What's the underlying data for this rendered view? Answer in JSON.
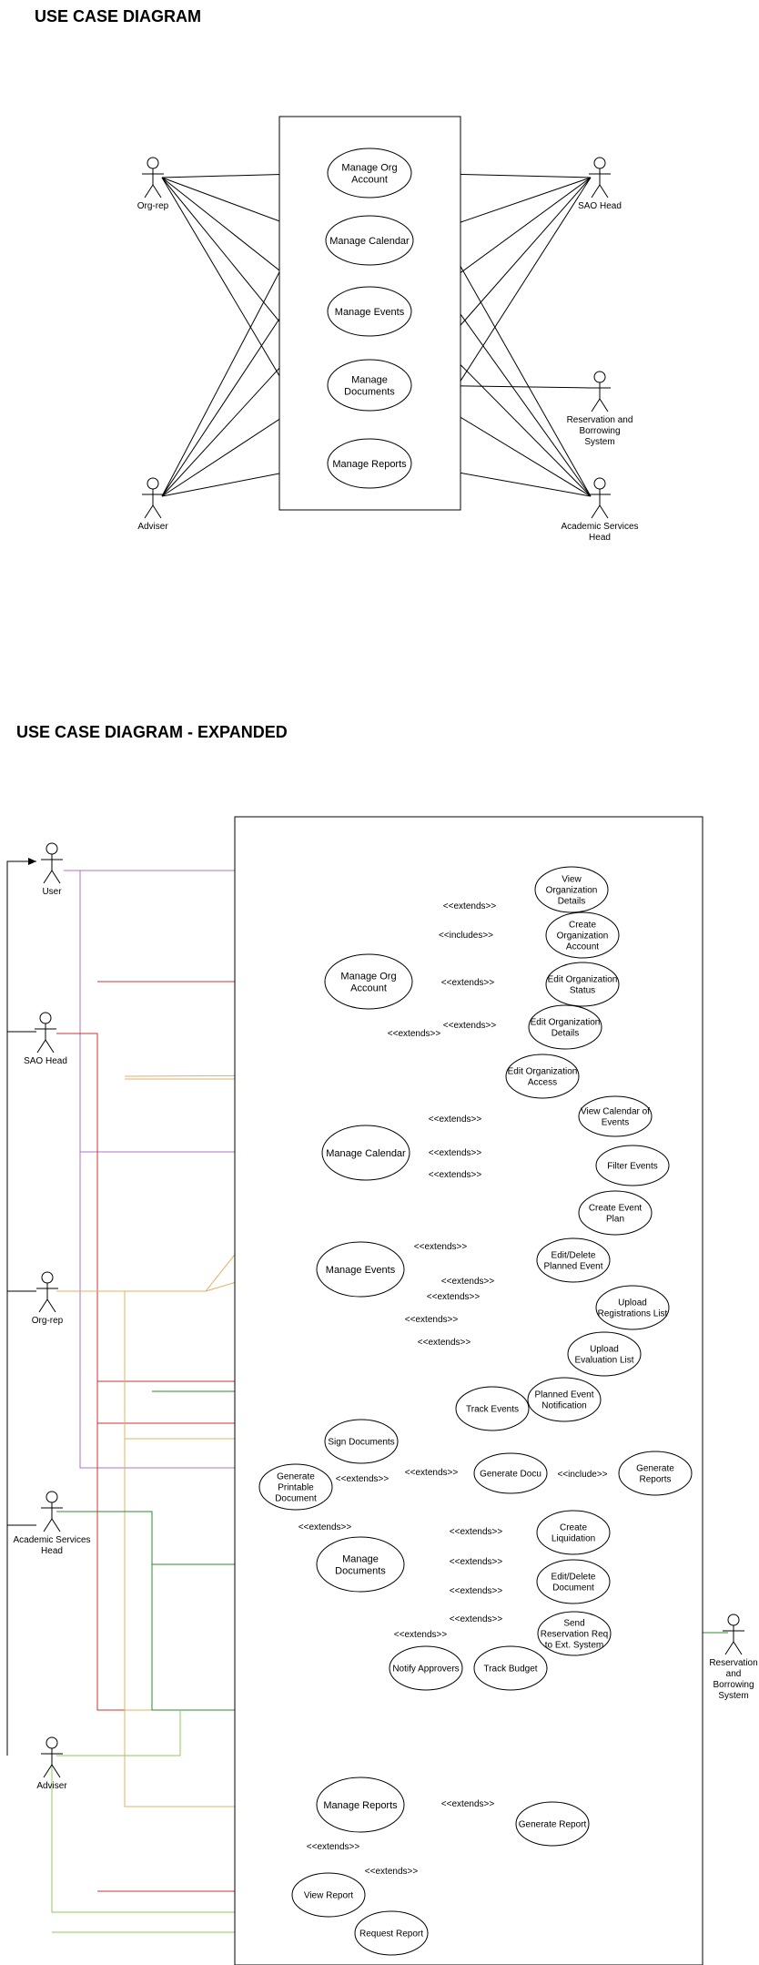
{
  "diagram1": {
    "title": "USE CASE DIAGRAM",
    "actors": {
      "org_rep": "Org-rep",
      "adviser": "Adviser",
      "sao_head": "SAO Head",
      "reservation": [
        "Reservation and",
        "Borrowing",
        "System"
      ],
      "academic": [
        "Academic Services",
        "Head"
      ]
    },
    "use_cases": {
      "org": [
        "Manage Org",
        "Account"
      ],
      "calendar": [
        "Manage Calendar"
      ],
      "events": [
        "Manage Events"
      ],
      "documents": [
        "Manage",
        "Documents"
      ],
      "reports": [
        "Manage Reports"
      ]
    }
  },
  "diagram2": {
    "title": "USE CASE DIAGRAM - EXPANDED",
    "actors": {
      "user": "User",
      "sao_head": "SAO Head",
      "org_rep": "Org-rep",
      "academic": [
        "Academic Services",
        "Head"
      ],
      "adviser": "Adviser",
      "reservation": [
        "Reservation",
        "and",
        "Borrowing",
        "System"
      ]
    },
    "use_cases": {
      "view_org": [
        "View",
        "Organization",
        "Details"
      ],
      "create_org": [
        "Create",
        "Organization",
        "Account"
      ],
      "edit_status": [
        "Edit Organization",
        "Status"
      ],
      "edit_details": [
        "Edit Organization",
        "Details"
      ],
      "edit_access": [
        "Edit Organization",
        "Access"
      ],
      "manage_org": [
        "Manage Org",
        "Account"
      ],
      "manage_calendar": [
        "Manage Calendar"
      ],
      "view_calendar": [
        "View Calendar of",
        "Events"
      ],
      "filter_events": [
        "Filter Events"
      ],
      "create_event_plan": [
        "Create Event",
        "Plan"
      ],
      "manage_events": [
        "Manage Events"
      ],
      "edit_delete_event": [
        "Edit/Delete",
        "Planned Event"
      ],
      "upload_reg": [
        "Upload",
        "Registrations List"
      ],
      "upload_eval": [
        "Upload",
        "Evaluation List"
      ],
      "planned_notif": [
        "Planned Event",
        "Notification"
      ],
      "track_events": [
        "Track Events"
      ],
      "sign_docs": [
        "Sign Documents"
      ],
      "gen_printable": [
        "Generate",
        "Printable",
        "Document"
      ],
      "gen_docu": [
        "Generate Docu"
      ],
      "gen_reports": [
        "Generate",
        "Reports"
      ],
      "manage_docs": [
        "Manage",
        "Documents"
      ],
      "create_liq": [
        "Create",
        "Liquidation"
      ],
      "edit_delete_doc": [
        "Edit/Delete",
        "Document"
      ],
      "send_res": [
        "Send",
        "Reservation Req",
        "to Ext. System"
      ],
      "notify_approvers": [
        "Notify Approvers"
      ],
      "track_budget": [
        "Track Budget"
      ],
      "manage_reports": [
        "Manage Reports"
      ],
      "gen_report": [
        "Generate Report"
      ],
      "view_report": [
        "View Report"
      ],
      "request_report": [
        "Request Report"
      ]
    },
    "relations": {
      "extends": "<<extends>>",
      "includes": "<<includes>>",
      "include": "<<include>>"
    }
  }
}
